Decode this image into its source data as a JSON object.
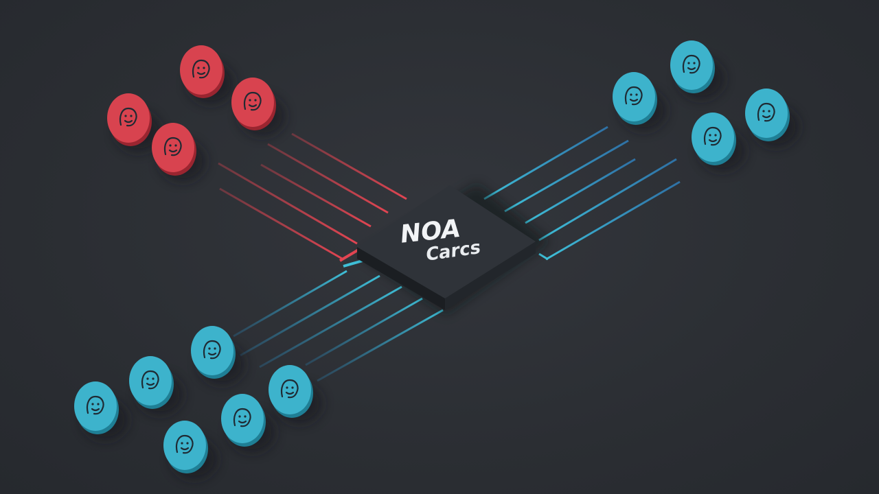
{
  "diagram": {
    "hub": {
      "title": "NOA",
      "subtitle": "Carcs",
      "icon": "processor-chip"
    },
    "groups": [
      {
        "name": "top-left",
        "color": "#d8434f",
        "node_count": 4,
        "link_count": 5,
        "icon": "user-face-icon"
      },
      {
        "name": "top-right",
        "color": "#3db3cc",
        "node_count": 4,
        "link_count": 5,
        "icon": "user-face-icon"
      },
      {
        "name": "bottom-left",
        "color": "#3db3cc",
        "node_count": 6,
        "link_count": 5,
        "icon": "user-face-icon"
      }
    ],
    "colors": {
      "background": "#2d3036",
      "hub_top": "#2f3339",
      "hub_side": "#1e2125",
      "red": "#d8434f",
      "red_dark": "#9a2530",
      "cyan": "#3db3cc",
      "cyan_dark": "#1f7f95",
      "blue_line": "#2f86c9",
      "face_stroke": "#1f2a33"
    }
  }
}
